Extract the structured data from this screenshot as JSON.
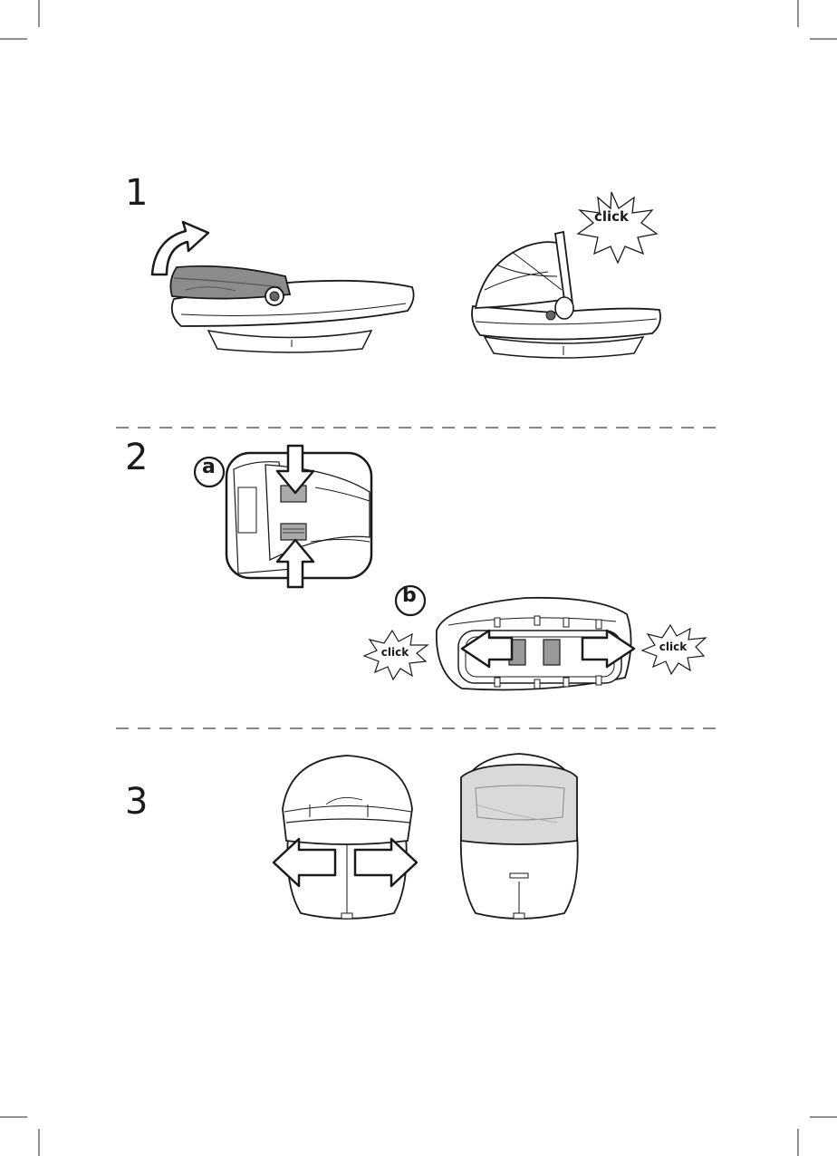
{
  "steps": [
    {
      "number": "1"
    },
    {
      "number": "2",
      "sub": [
        "a",
        "b"
      ]
    },
    {
      "number": "3"
    }
  ],
  "click_badges": [
    "click",
    "click",
    "click"
  ],
  "colors": {
    "ink": "#1a1a1a",
    "canopy": "#8c8c8c",
    "canopy_light": "#d9d9d9",
    "divider": "#888888"
  },
  "icons": [
    "curved-arrow-icon",
    "down-arrow-icon",
    "up-arrow-icon",
    "left-arrow-icon",
    "right-arrow-icon",
    "click-burst-icon"
  ]
}
